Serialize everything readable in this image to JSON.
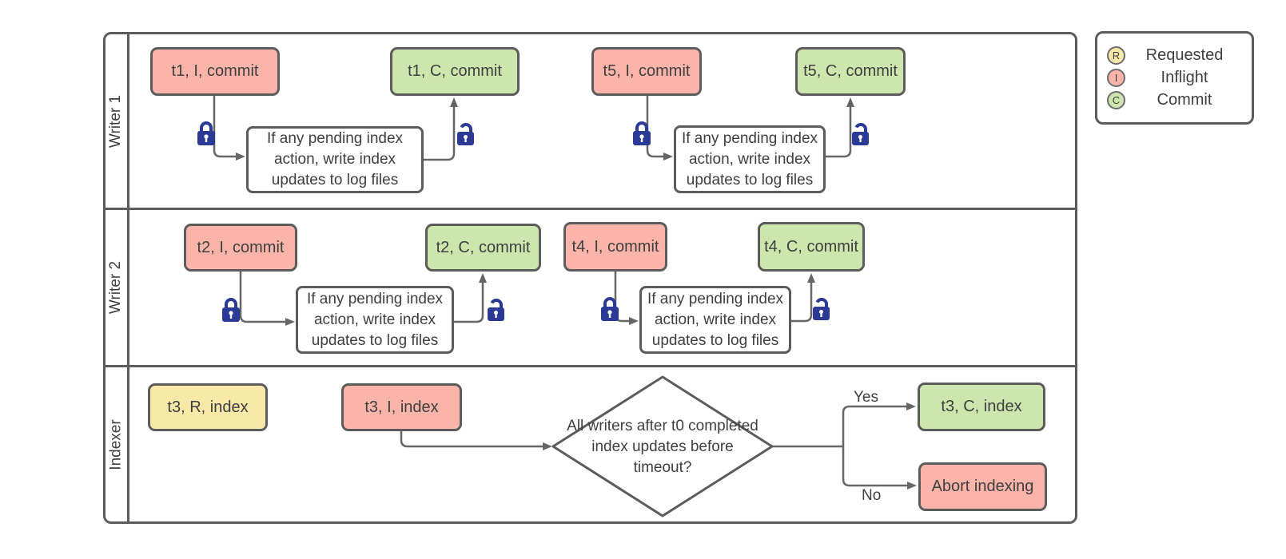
{
  "lanes": [
    {
      "label": "Writer 1"
    },
    {
      "label": "Writer 2"
    },
    {
      "label": "Indexer"
    }
  ],
  "nodes": {
    "t1_inflight": "t1, I, commit",
    "t1_commit": "t1, C, commit",
    "t5_inflight": "t5, I, commit",
    "t5_commit": "t5, C, commit",
    "t2_inflight": "t2, I, commit",
    "t2_commit": "t2, C, commit",
    "t4_inflight": "t4, I, commit",
    "t4_commit": "t4, C, commit",
    "t3_requested": "t3, R, index",
    "t3_inflight": "t3, I, index",
    "t3_commit": "t3, C, index",
    "abort": "Abort indexing",
    "process_note": "If any pending index action, write index updates to log files",
    "decision": "All writers after t0 completed index updates before timeout?"
  },
  "branches": {
    "yes": "Yes",
    "no": "No"
  },
  "legend": {
    "items": [
      {
        "symbol": "R",
        "label": "Requested",
        "color": "#f8e9a9"
      },
      {
        "symbol": "I",
        "label": "Inflight",
        "color": "#fab4aa"
      },
      {
        "symbol": "C",
        "label": "Commit",
        "color": "#cce6ad"
      }
    ]
  },
  "icons": {
    "closed_lock": "lock-closed-icon",
    "open_lock": "lock-open-icon"
  },
  "colors": {
    "requested_fill": "#f8e9a9",
    "inflight_fill": "#fab4aa",
    "commit_fill": "#cce6ad",
    "process_fill": "#ffffff",
    "border": "#5c5c5c",
    "arrow": "#666666",
    "lock": "#2b3a94",
    "text": "#3f3f3f"
  }
}
